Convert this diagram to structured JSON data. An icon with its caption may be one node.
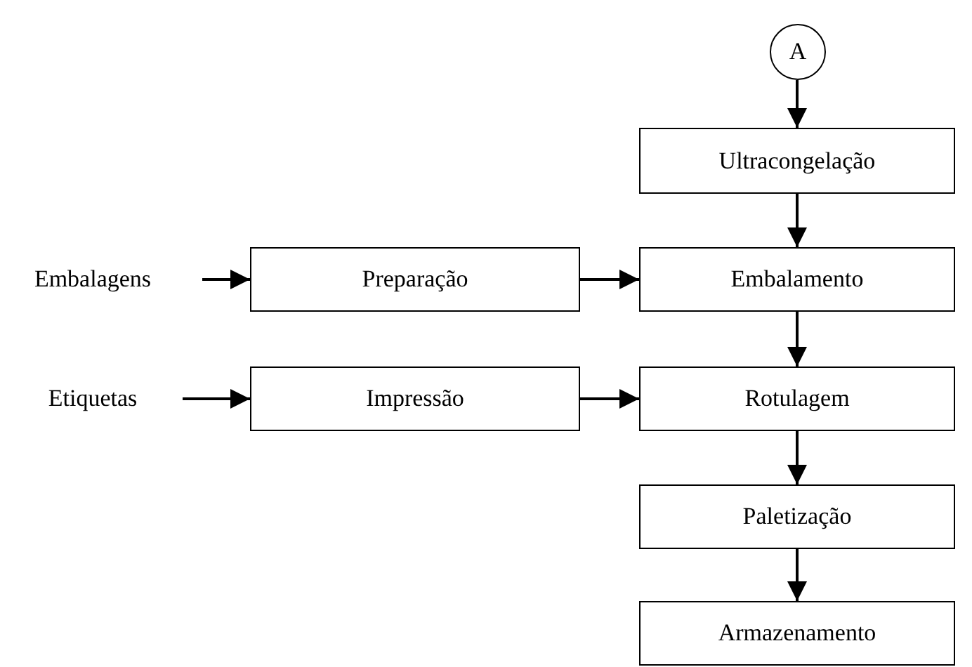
{
  "diagram": {
    "nodes": [
      {
        "text": [
          "A"
        ]
      },
      {
        "text": [
          "Ultracongelação"
        ]
      },
      {
        "text": [
          "Embalagens"
        ]
      },
      {
        "text": [
          "Preparação"
        ]
      },
      {
        "text": [
          "Embalamento"
        ]
      },
      {
        "text": [
          "Etiquetas"
        ]
      },
      {
        "text": [
          "Impressão"
        ]
      },
      {
        "text": [
          "Rotulagem"
        ]
      },
      {
        "text": [
          "Paletização"
        ]
      },
      {
        "text": [
          "Armazenamento"
        ]
      }
    ],
    "edges": [
      {
        "from": 0,
        "to": 1,
        "arrow": "to"
      },
      {
        "from": 1,
        "to": 4,
        "arrow": "to"
      },
      {
        "from": 2,
        "to": 3,
        "arrow": "to"
      },
      {
        "from": 3,
        "to": 4,
        "arrow": "to"
      },
      {
        "from": 4,
        "to": 7,
        "arrow": "to"
      },
      {
        "from": 5,
        "to": 6,
        "arrow": "to"
      },
      {
        "from": 6,
        "to": 7,
        "arrow": "to"
      },
      {
        "from": 7,
        "to": 8,
        "arrow": "to"
      },
      {
        "from": 8,
        "to": 9,
        "arrow": "to"
      }
    ]
  }
}
